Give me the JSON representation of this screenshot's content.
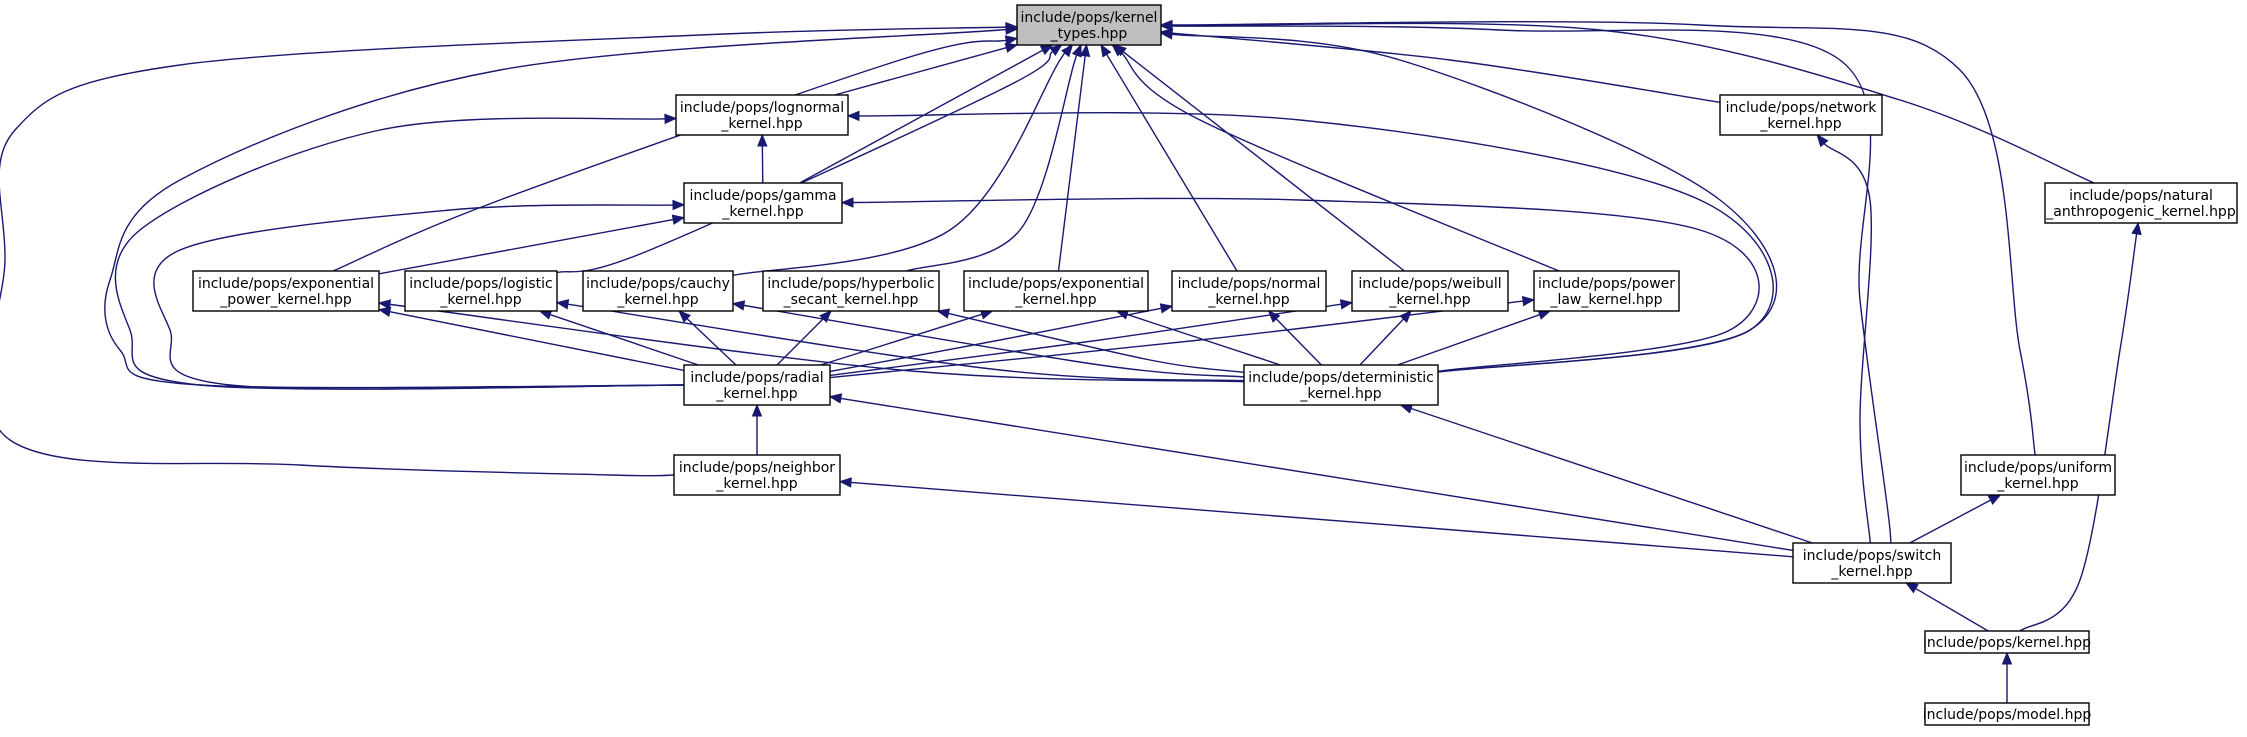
{
  "graph": {
    "colors": {
      "edge": "#191970",
      "root_fill": "#bfbfbf",
      "node_fill": "#ffffff",
      "border": "#000000"
    },
    "nodes": [
      {
        "id": "kernel_types",
        "lines": [
          "include/pops/kernel",
          "_types.hpp"
        ],
        "root": true
      },
      {
        "id": "lognormal",
        "lines": [
          "include/pops/lognormal",
          "_kernel.hpp"
        ]
      },
      {
        "id": "network",
        "lines": [
          "include/pops/network",
          "_kernel.hpp"
        ]
      },
      {
        "id": "gamma",
        "lines": [
          "include/pops/gamma",
          "_kernel.hpp"
        ]
      },
      {
        "id": "natural",
        "lines": [
          "include/pops/natural",
          "_anthropogenic_kernel.hpp"
        ]
      },
      {
        "id": "exp_power",
        "lines": [
          "include/pops/exponential",
          "_power_kernel.hpp"
        ]
      },
      {
        "id": "logistic",
        "lines": [
          "include/pops/logistic",
          "_kernel.hpp"
        ]
      },
      {
        "id": "cauchy",
        "lines": [
          "include/pops/cauchy",
          "_kernel.hpp"
        ]
      },
      {
        "id": "hyperbolic",
        "lines": [
          "include/pops/hyperbolic",
          "_secant_kernel.hpp"
        ]
      },
      {
        "id": "exponential",
        "lines": [
          "include/pops/exponential",
          "_kernel.hpp"
        ]
      },
      {
        "id": "normal",
        "lines": [
          "include/pops/normal",
          "_kernel.hpp"
        ]
      },
      {
        "id": "weibull",
        "lines": [
          "include/pops/weibull",
          "_kernel.hpp"
        ]
      },
      {
        "id": "power_law",
        "lines": [
          "include/pops/power",
          "_law_kernel.hpp"
        ]
      },
      {
        "id": "radial",
        "lines": [
          "include/pops/radial",
          "_kernel.hpp"
        ]
      },
      {
        "id": "deterministic",
        "lines": [
          "include/pops/deterministic",
          "_kernel.hpp"
        ]
      },
      {
        "id": "neighbor",
        "lines": [
          "include/pops/neighbor",
          "_kernel.hpp"
        ]
      },
      {
        "id": "uniform",
        "lines": [
          "include/pops/uniform",
          "_kernel.hpp"
        ]
      },
      {
        "id": "switch",
        "lines": [
          "include/pops/switch",
          "_kernel.hpp"
        ]
      },
      {
        "id": "kernel",
        "lines": [
          "include/pops/kernel.hpp"
        ]
      },
      {
        "id": "model",
        "lines": [
          "include/pops/model.hpp"
        ]
      }
    ],
    "edges": [
      {
        "from": "lognormal",
        "to": "kernel_types"
      },
      {
        "from": "gamma",
        "to": "kernel_types"
      },
      {
        "from": "exp_power",
        "to": "kernel_types"
      },
      {
        "from": "logistic",
        "to": "kernel_types"
      },
      {
        "from": "cauchy",
        "to": "kernel_types"
      },
      {
        "from": "hyperbolic",
        "to": "kernel_types"
      },
      {
        "from": "exponential",
        "to": "kernel_types"
      },
      {
        "from": "normal",
        "to": "kernel_types"
      },
      {
        "from": "weibull",
        "to": "kernel_types"
      },
      {
        "from": "power_law",
        "to": "kernel_types"
      },
      {
        "from": "radial",
        "to": "kernel_types"
      },
      {
        "from": "deterministic",
        "to": "kernel_types"
      },
      {
        "from": "neighbor",
        "to": "kernel_types"
      },
      {
        "from": "network",
        "to": "kernel_types"
      },
      {
        "from": "natural",
        "to": "kernel_types"
      },
      {
        "from": "switch",
        "to": "kernel_types"
      },
      {
        "from": "uniform",
        "to": "kernel_types"
      },
      {
        "from": "gamma",
        "to": "lognormal"
      },
      {
        "from": "radial",
        "to": "lognormal"
      },
      {
        "from": "deterministic",
        "to": "lognormal"
      },
      {
        "from": "exp_power",
        "to": "gamma"
      },
      {
        "from": "radial",
        "to": "gamma"
      },
      {
        "from": "deterministic",
        "to": "gamma"
      },
      {
        "from": "radial",
        "to": "exp_power"
      },
      {
        "from": "deterministic",
        "to": "exp_power"
      },
      {
        "from": "radial",
        "to": "logistic"
      },
      {
        "from": "deterministic",
        "to": "logistic"
      },
      {
        "from": "radial",
        "to": "cauchy"
      },
      {
        "from": "deterministic",
        "to": "cauchy"
      },
      {
        "from": "radial",
        "to": "hyperbolic"
      },
      {
        "from": "deterministic",
        "to": "hyperbolic"
      },
      {
        "from": "radial",
        "to": "exponential"
      },
      {
        "from": "deterministic",
        "to": "exponential"
      },
      {
        "from": "radial",
        "to": "normal"
      },
      {
        "from": "deterministic",
        "to": "normal"
      },
      {
        "from": "radial",
        "to": "weibull"
      },
      {
        "from": "deterministic",
        "to": "weibull"
      },
      {
        "from": "radial",
        "to": "power_law"
      },
      {
        "from": "deterministic",
        "to": "power_law"
      },
      {
        "from": "neighbor",
        "to": "radial"
      },
      {
        "from": "switch",
        "to": "radial"
      },
      {
        "from": "switch",
        "to": "deterministic"
      },
      {
        "from": "switch",
        "to": "neighbor"
      },
      {
        "from": "switch",
        "to": "network"
      },
      {
        "from": "switch",
        "to": "uniform"
      },
      {
        "from": "kernel",
        "to": "switch"
      },
      {
        "from": "kernel",
        "to": "natural"
      },
      {
        "from": "model",
        "to": "kernel"
      }
    ]
  }
}
